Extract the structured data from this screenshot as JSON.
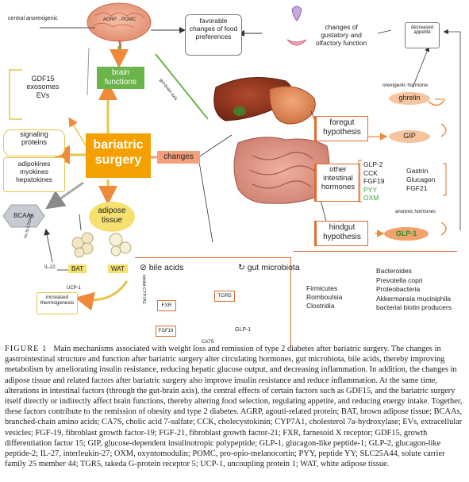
{
  "diagram": {
    "center": "bariatric\nsurgery",
    "central_anorexigenic": "central  anorexigenic",
    "agrp_pomc": "AGRP→POMC",
    "brain_functions": "brain\nfunctions",
    "food_pref": "favorable\nchanges of food\npreferences",
    "gustatory": "changes of\ngustatory and\nolfactory function",
    "decreased_appetite": "decreased\nappetite",
    "gdf15": "GDF15\nexosomes\nEVs",
    "gut_brain_axis": "gut-brain axis",
    "signaling": "signaling\nproteins",
    "kines": "adipokines\nmyokines\nhepatokines",
    "changes": "changes",
    "bcaas": "BCAAs",
    "adipose": "adipose\ntissue",
    "slc25a44": "via SLC25A44",
    "il22": "IL-22",
    "bat": "BAT",
    "wat": "WAT",
    "ucp1": "UCP-1",
    "thermogenesis": "increased\nthermogenesis",
    "orexigenic": "orexigenic hormone",
    "ghrelin": "ghrelin",
    "foregut": "foregut\nhypothesis",
    "gip": "GIP",
    "other_intestinal": "other\nintestinal\nhormones",
    "hormones_left": [
      "GLP-2",
      "CCK",
      "FGF19",
      "PYY",
      "OXM"
    ],
    "hormones_right": [
      "Gastrin",
      "Glucagon",
      "FGF21"
    ],
    "anorexic": "anorexic hormones",
    "hindgut": "hindgut\nhypothesis",
    "glp1": "GLP-1",
    "bile_acids": "bile acids",
    "gut_microbiota": "gut microbiota",
    "cyp7a1": "inhibit  CYP7A1",
    "fxr": "FXR",
    "fgf19_b": "FGF19",
    "tgr5": "TGR5",
    "glp1_b": "GLP-1",
    "ca7s": "CA7S",
    "bact_left": "Firmicutes\nRomboutsia\nClostridia",
    "bact_right": "Bacteroides\nPrevotella copri\nProteobacteria\nAkkermansia muciniphila\nbacterial biotin producers",
    "colors": {
      "orange": "#f4a000",
      "green": "#6ab44a",
      "salmon": "#f3a07a",
      "accent_border": "#e06d2e",
      "yellow_border": "#e8c44a",
      "glp1_fill": "#f4a26c",
      "glp1_text": "#1f8f3a",
      "green_text": "#3c9a3c"
    }
  },
  "caption": {
    "label": "FIGURE 1",
    "text": "Main mechanisms associated with weight loss and remission of type 2 diabetes after bariatric surgery. The changes in gastrointestinal structure and function after bariatric surgery alter circulating hormones, gut microbiota, bile acids, thereby improving metabolism by ameliorating insulin resistance, reducing hepatic glucose output, and decreasing inflammation. In addition, the changes in adipose tissue and related factors after bariatric surgery also improve insulin resistance and reduce inflammation. At the same time, alterations in intestinal factors (through the gut-brain axis), the central effects of certain factors such as GDF15, and the bariatric surgery itself directly or indirectly affect brain functions, thereby altering food selection, regulating appetite, and reducing energy intake. Together, these factors contribute to the remission of obesity and type 2 diabetes. AGRP, agouti-related protein; BAT, brown adipose tissue; BCAAs, branched-chain amino acids; CA7S, cholic acid 7-sulfate; CCK, cholecystokinin; CYP7A1, cholesterol 7a-hydroxylase; EVs, extracellular vesicles; FGF-19, fibroblast growth factor-19; FGF-21, fibroblast growth factor-21; FXR, farnesoid X receptor; GDF15, growth differentiation factor 15; GIP, glucose-dependent insulinotropic polypeptide; GLP-1, glucagon-like peptide-1; GLP-2, glucagon-like peptide-2; IL-27, interleukin-27; OXM, oxyntomodulin; POMC, pro-opio-melanocortin; PYY, peptide YY; SLC25A44, solute carrier family 25 member 44; TGR5, takeda G-protein receptor 5; UCP-1, uncoupling protein 1; WAT, white adipose tissue."
  }
}
